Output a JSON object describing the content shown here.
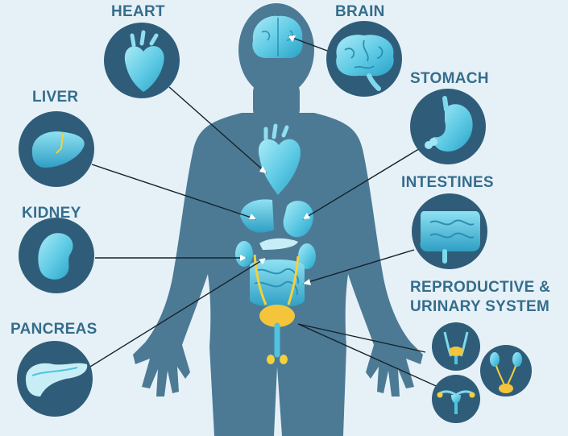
{
  "labels": {
    "heart": "HEART",
    "brain": "BRAIN",
    "stomach": "STOMACH",
    "liver": "LIVER",
    "kidney": "KIDNEY",
    "intestines": "INTESTINES",
    "reproductive_line1": "REPRODUCTIVE &",
    "reproductive_line2": "URINARY SYSTEM",
    "pancreas": "PANCREAS"
  },
  "colors": {
    "background": "#e6f1f7",
    "body_silhouette": "#4c7a95",
    "circle_fill": "#2f5d79",
    "label_text": "#356d8c",
    "organ_light": "#7fd9ec",
    "organ_mid": "#4fc3e0",
    "organ_dark": "#2aa7c9",
    "accent_yellow": "#f4d13a",
    "leader_line": "#16232c"
  },
  "organs": [
    "brain",
    "heart",
    "liver",
    "stomach",
    "kidney",
    "intestines",
    "pancreas",
    "reproductive-urinary-system"
  ]
}
